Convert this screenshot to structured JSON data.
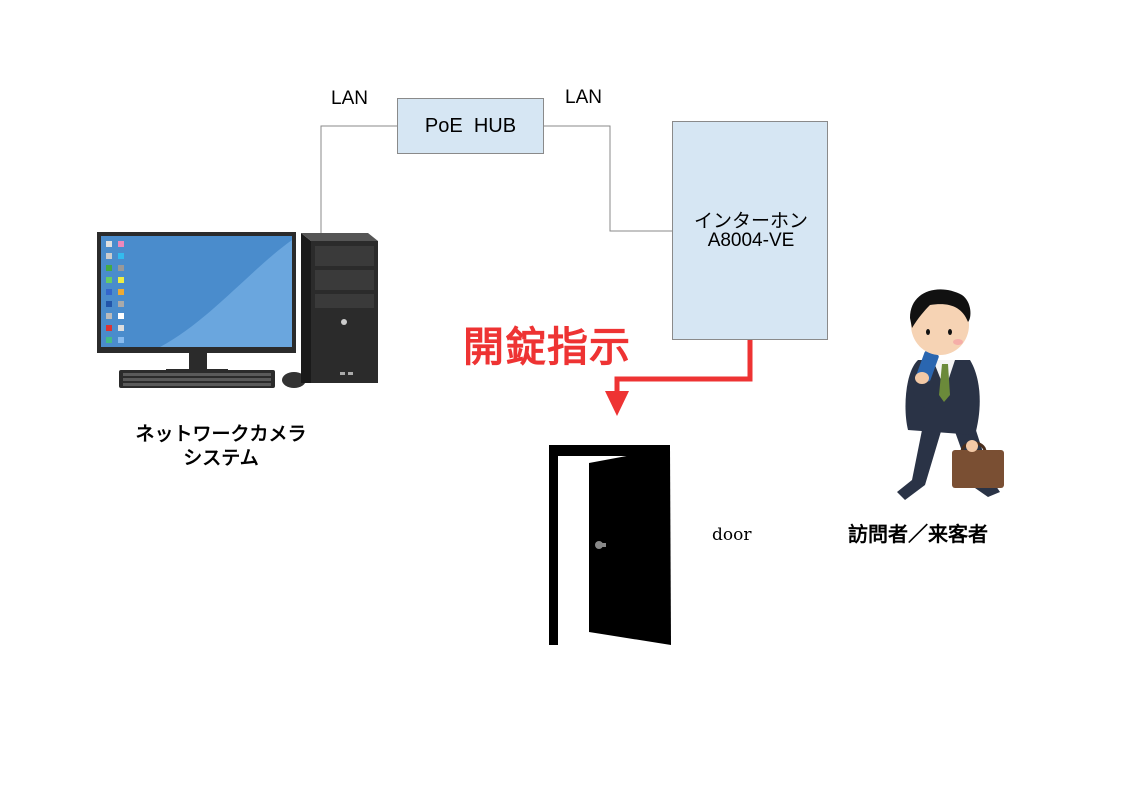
{
  "lan_left": "LAN",
  "lan_right": "LAN",
  "hub_label": "PoE  HUB",
  "intercom": {
    "name": "インターホン",
    "model": "A8004-VE"
  },
  "unlock_label": "開錠指示",
  "door_label": "door",
  "pc_caption": {
    "line1": "ネットワークカメラ",
    "line2": "システム"
  },
  "visitor_caption": "訪問者／来客者",
  "colors": {
    "box_fill": "#d6e6f3",
    "box_border": "#8a8a8a",
    "arrow": "#ee3333",
    "wire": "#8a8a8a",
    "desktop": "#4a8ccc"
  }
}
